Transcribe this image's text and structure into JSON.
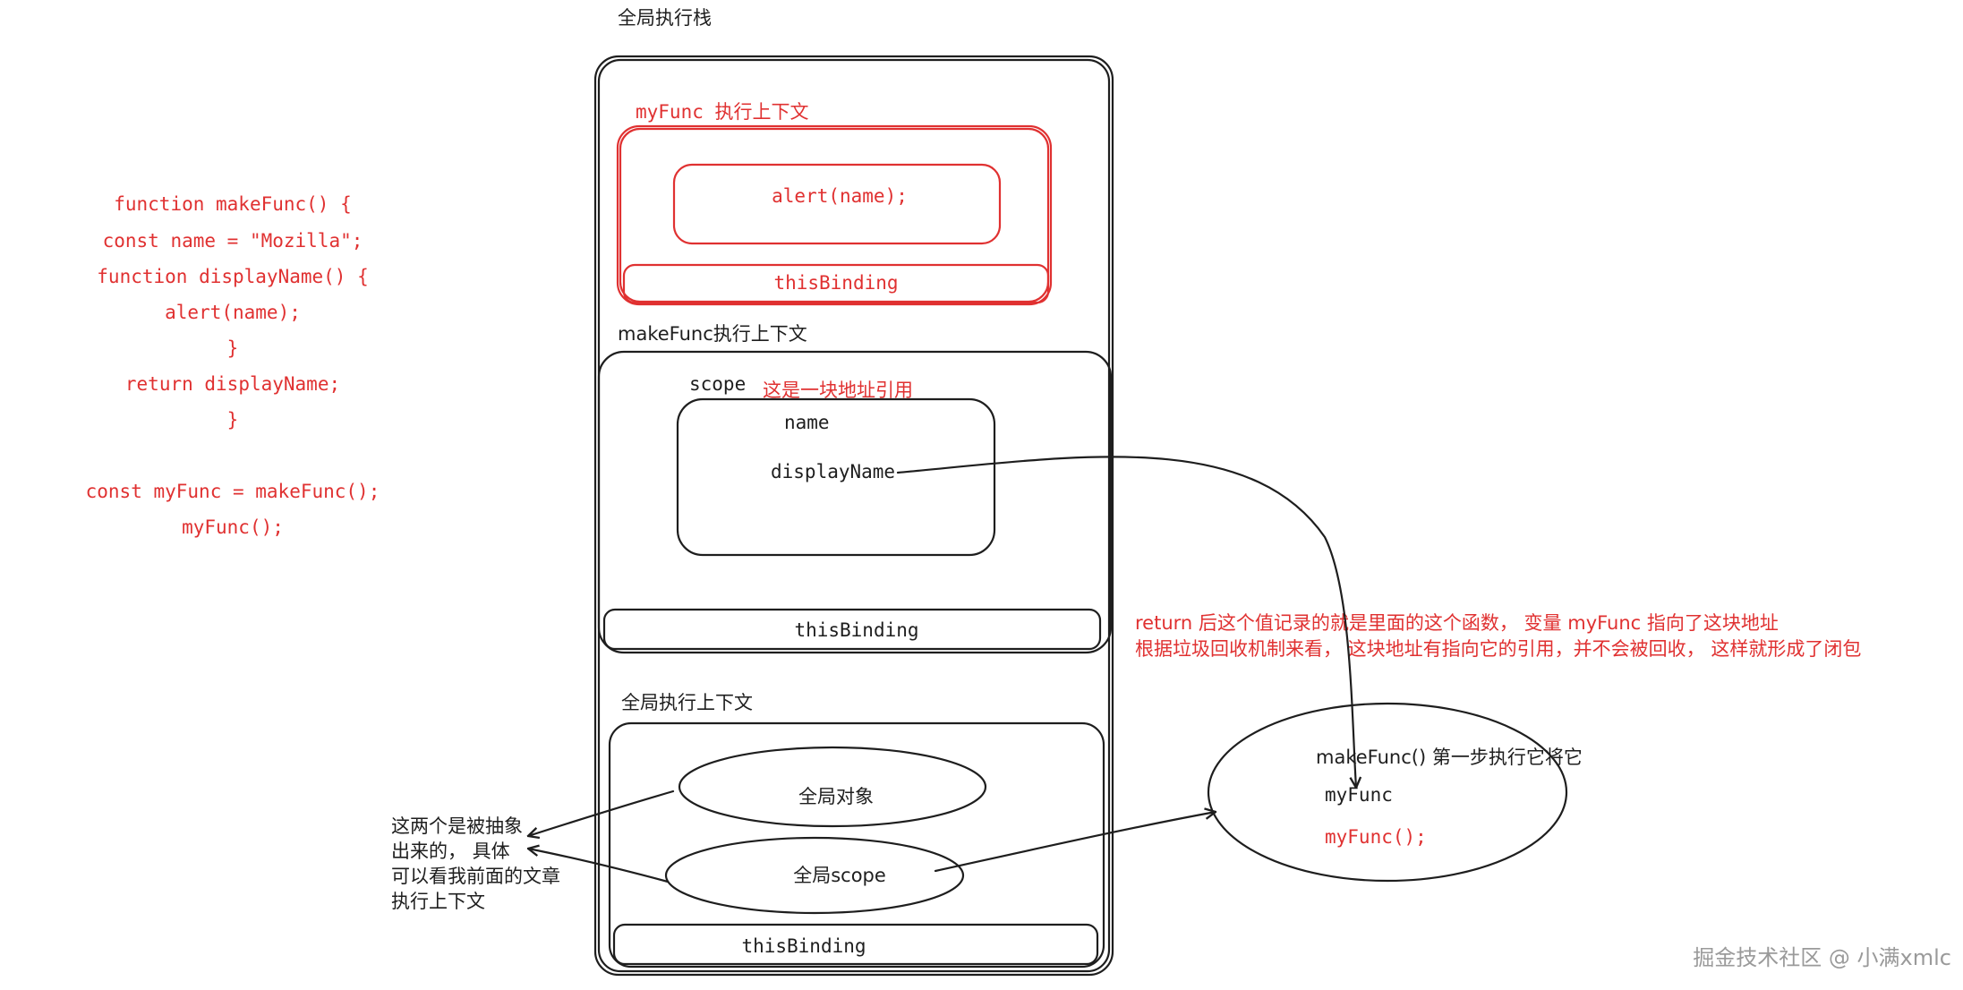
{
  "code": {
    "lines": [
      "function makeFunc() {",
      "const name = \"Mozilla\";",
      "function displayName() {",
      "alert(name);",
      "}",
      "return displayName;",
      "}",
      "const myFunc = makeFunc();",
      "myFunc();"
    ],
    "color": "#e03131"
  },
  "stack": {
    "title": "全局执行栈",
    "myfunc_ctx": {
      "label": "myFunc 执行上下文",
      "body": "alert(name);",
      "this_binding": "thisBinding"
    },
    "makefunc_ctx": {
      "label": "makeFunc执行上下文",
      "scope_label": "scope",
      "scope_note": "这是一块地址引用",
      "scope_items": [
        "name",
        "displayName"
      ],
      "this_binding": "thisBinding"
    },
    "global_ctx": {
      "label": "全局执行上下文",
      "global_object": "全局对象",
      "global_scope": "全局scope",
      "this_binding": "thisBinding"
    }
  },
  "annotations": {
    "abstract_note": [
      "这两个是被抽象",
      "出来的，  具体",
      "可以看我前面的文章",
      "执行上下文"
    ],
    "closure_note": [
      "return 后这个值记录的就是里面的这个函数，  变量 myFunc 指向了这块地址",
      "根据垃圾回收机制来看，  这块地址有指向它的引用，并不会被回收，  这样就形成了闭包"
    ],
    "closure_note_color": "#e03131"
  },
  "global_bubble": {
    "line1": "makeFunc() 第一步执行它将它",
    "line2": "myFunc",
    "line3": "myFunc();"
  },
  "watermark": "掘金技术社区 @ 小满xmlc"
}
